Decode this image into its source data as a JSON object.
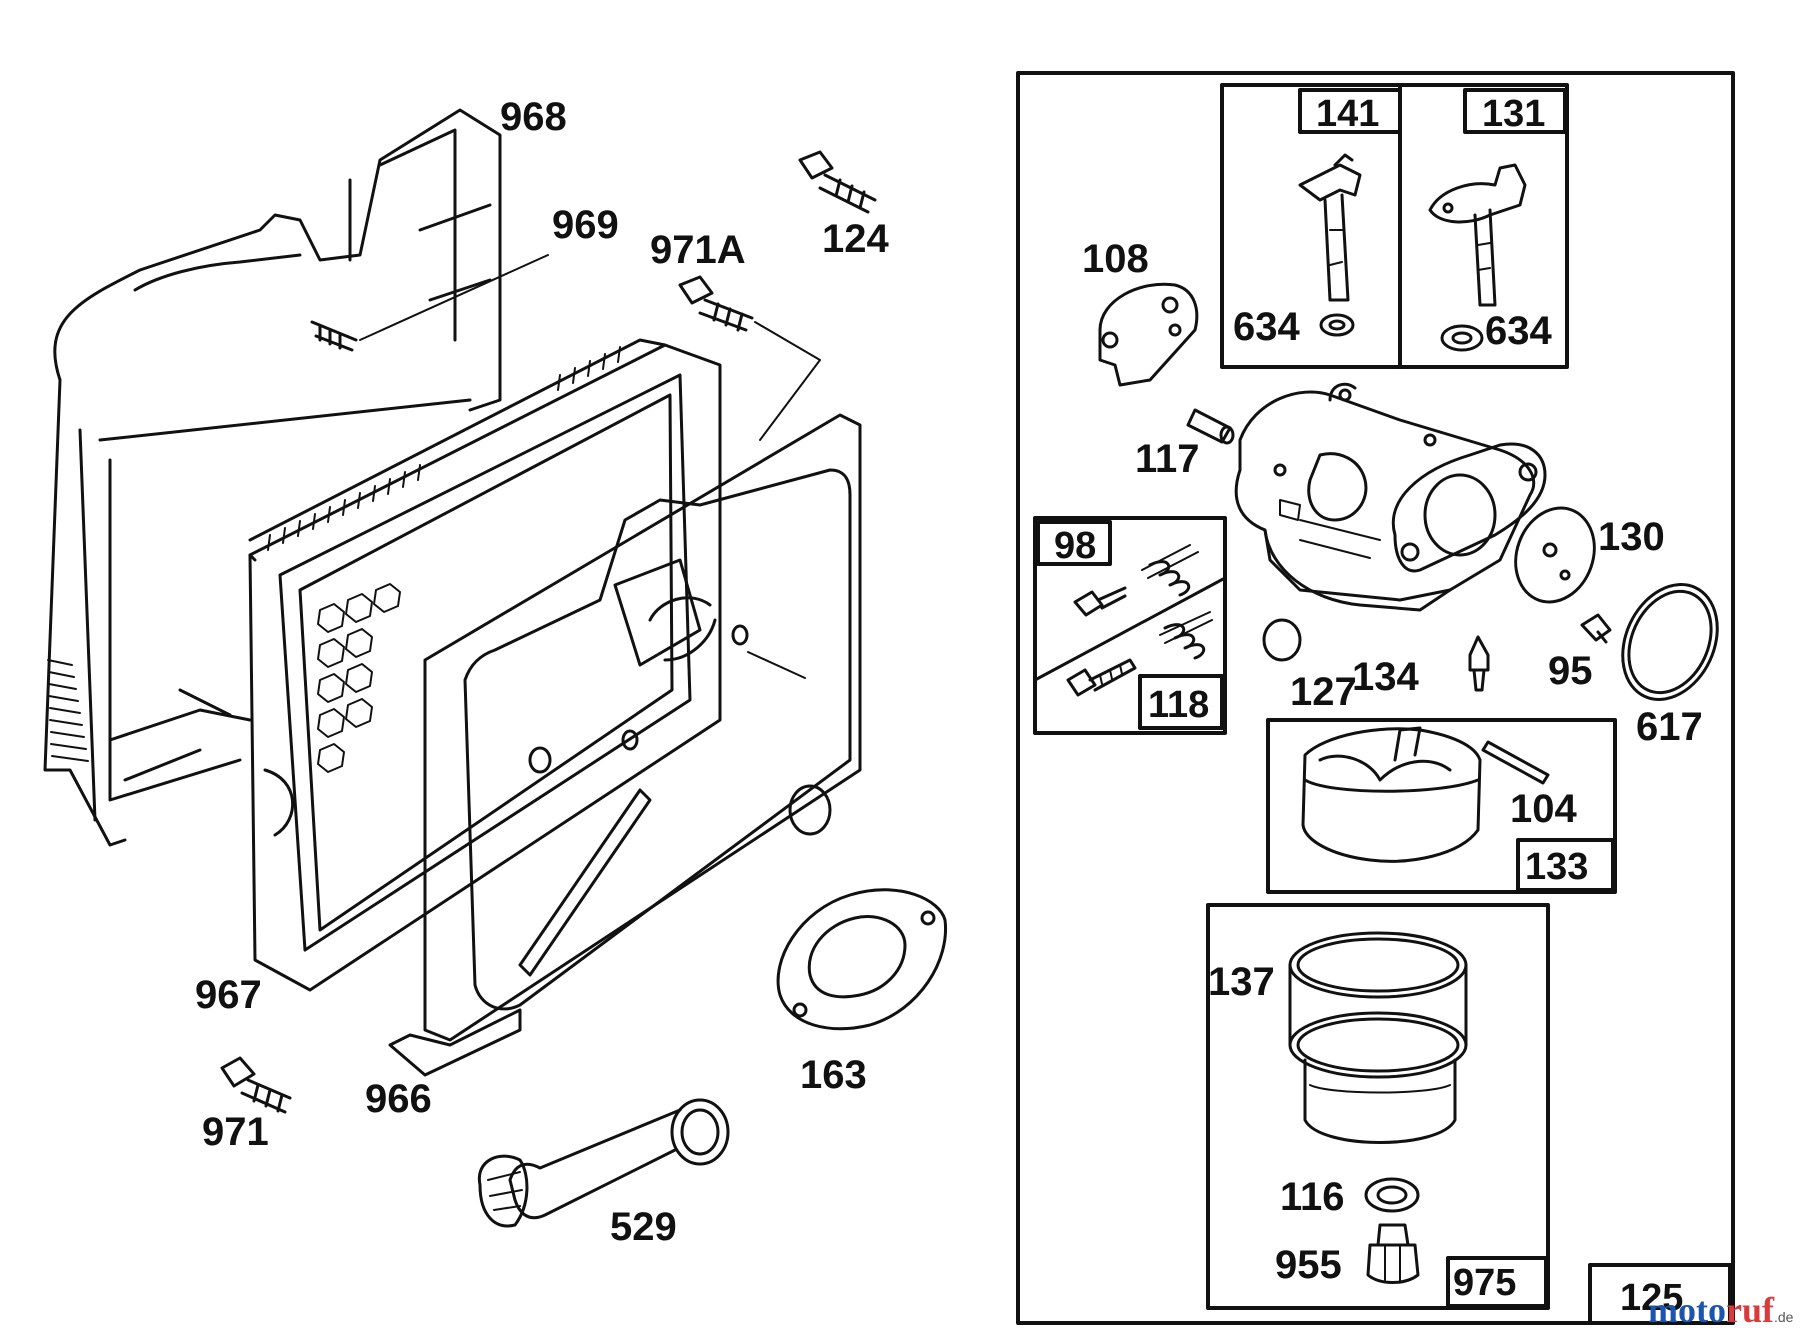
{
  "labels": {
    "p968": "968",
    "p969": "969",
    "p971a": "971A",
    "p124": "124",
    "p967": "967",
    "p966": "966",
    "p971": "971",
    "p529": "529",
    "p163": "163",
    "p108": "108",
    "p634a": "634",
    "p634b": "634",
    "p141": "141",
    "p131": "131",
    "p117": "117",
    "p98": "98",
    "p118": "118",
    "p127": "127",
    "p134": "134",
    "p130": "130",
    "p95": "95",
    "p617": "617",
    "p104": "104",
    "p133": "133",
    "p137": "137",
    "p116": "116",
    "p955": "955",
    "p975": "975",
    "p125": "125"
  },
  "watermark": {
    "part1": "moto",
    "part2": "ruf",
    "suffix": ".de",
    "colors": {
      "part1": "#1b55b0",
      "part2": "#d83b3b"
    }
  }
}
